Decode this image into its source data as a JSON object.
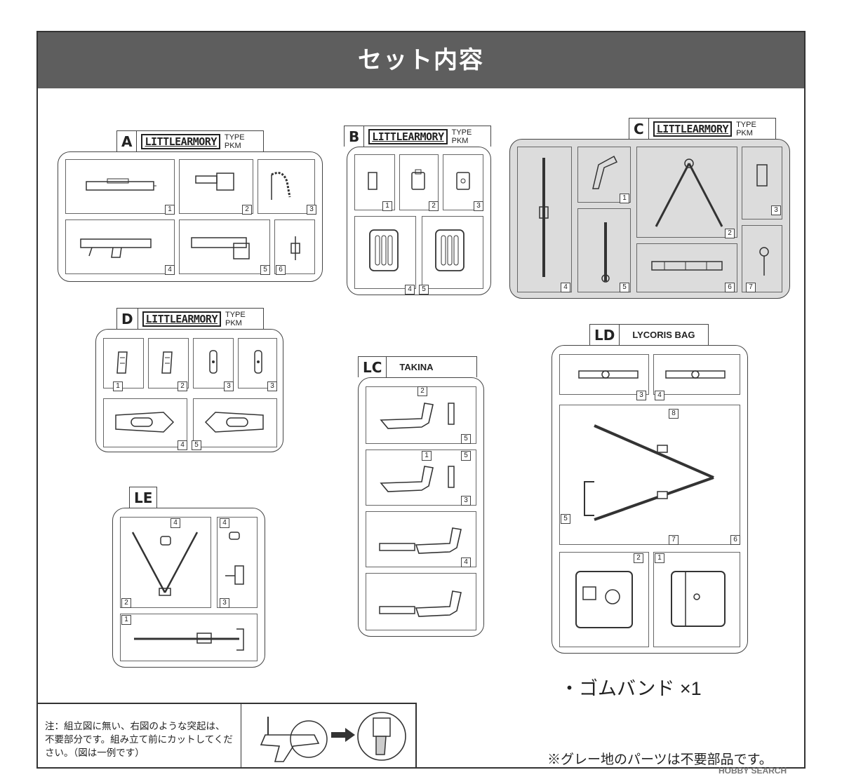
{
  "header": {
    "title": "セット内容"
  },
  "runners": {
    "A": {
      "letter": "A",
      "logo": "LITTLEARMORY",
      "type_line1": "TYPE",
      "type_line2": "PKM",
      "parts": [
        "1",
        "2",
        "3",
        "4",
        "5",
        "6"
      ]
    },
    "B": {
      "letter": "B",
      "logo": "LITTLEARMORY",
      "type_line1": "TYPE",
      "type_line2": "PKM",
      "parts": [
        "1",
        "2",
        "3",
        "4",
        "5"
      ]
    },
    "C": {
      "letter": "C",
      "logo": "LITTLEARMORY",
      "type_line1": "TYPE",
      "type_line2": "PKM",
      "parts": [
        "1",
        "2",
        "3",
        "4",
        "5",
        "6",
        "7"
      ]
    },
    "D": {
      "letter": "D",
      "logo": "LITTLEARMORY",
      "type_line1": "TYPE",
      "type_line2": "PKM",
      "parts": [
        "1",
        "2",
        "3",
        "3",
        "4",
        "5"
      ]
    },
    "LC": {
      "letter": "LC",
      "name": "TAKINA",
      "parts": [
        "2",
        "5",
        "1",
        "5",
        "3",
        "4"
      ]
    },
    "LD": {
      "letter": "LD",
      "name": "LYCORIS BAG",
      "parts": [
        "3",
        "4",
        "8",
        "5",
        "7",
        "6",
        "2",
        "1"
      ]
    },
    "LE": {
      "letter": "LE",
      "parts": [
        "4",
        "4",
        "2",
        "3",
        "1"
      ]
    }
  },
  "extras": {
    "rubber_band": "・ゴムバンド ×1"
  },
  "note": {
    "text": "注：組立図に無い、右図のような突起は、不要部分です。組み立て前にカットしてください。（図は一例です）"
  },
  "footer": {
    "gray_note": "※グレー地のパーツは不要部品です。",
    "watermark": "HOBBY SEARCH"
  },
  "colors": {
    "header_bg": "#5e5e5e",
    "gray_runner": "#dcdcdc",
    "line": "#444444"
  }
}
